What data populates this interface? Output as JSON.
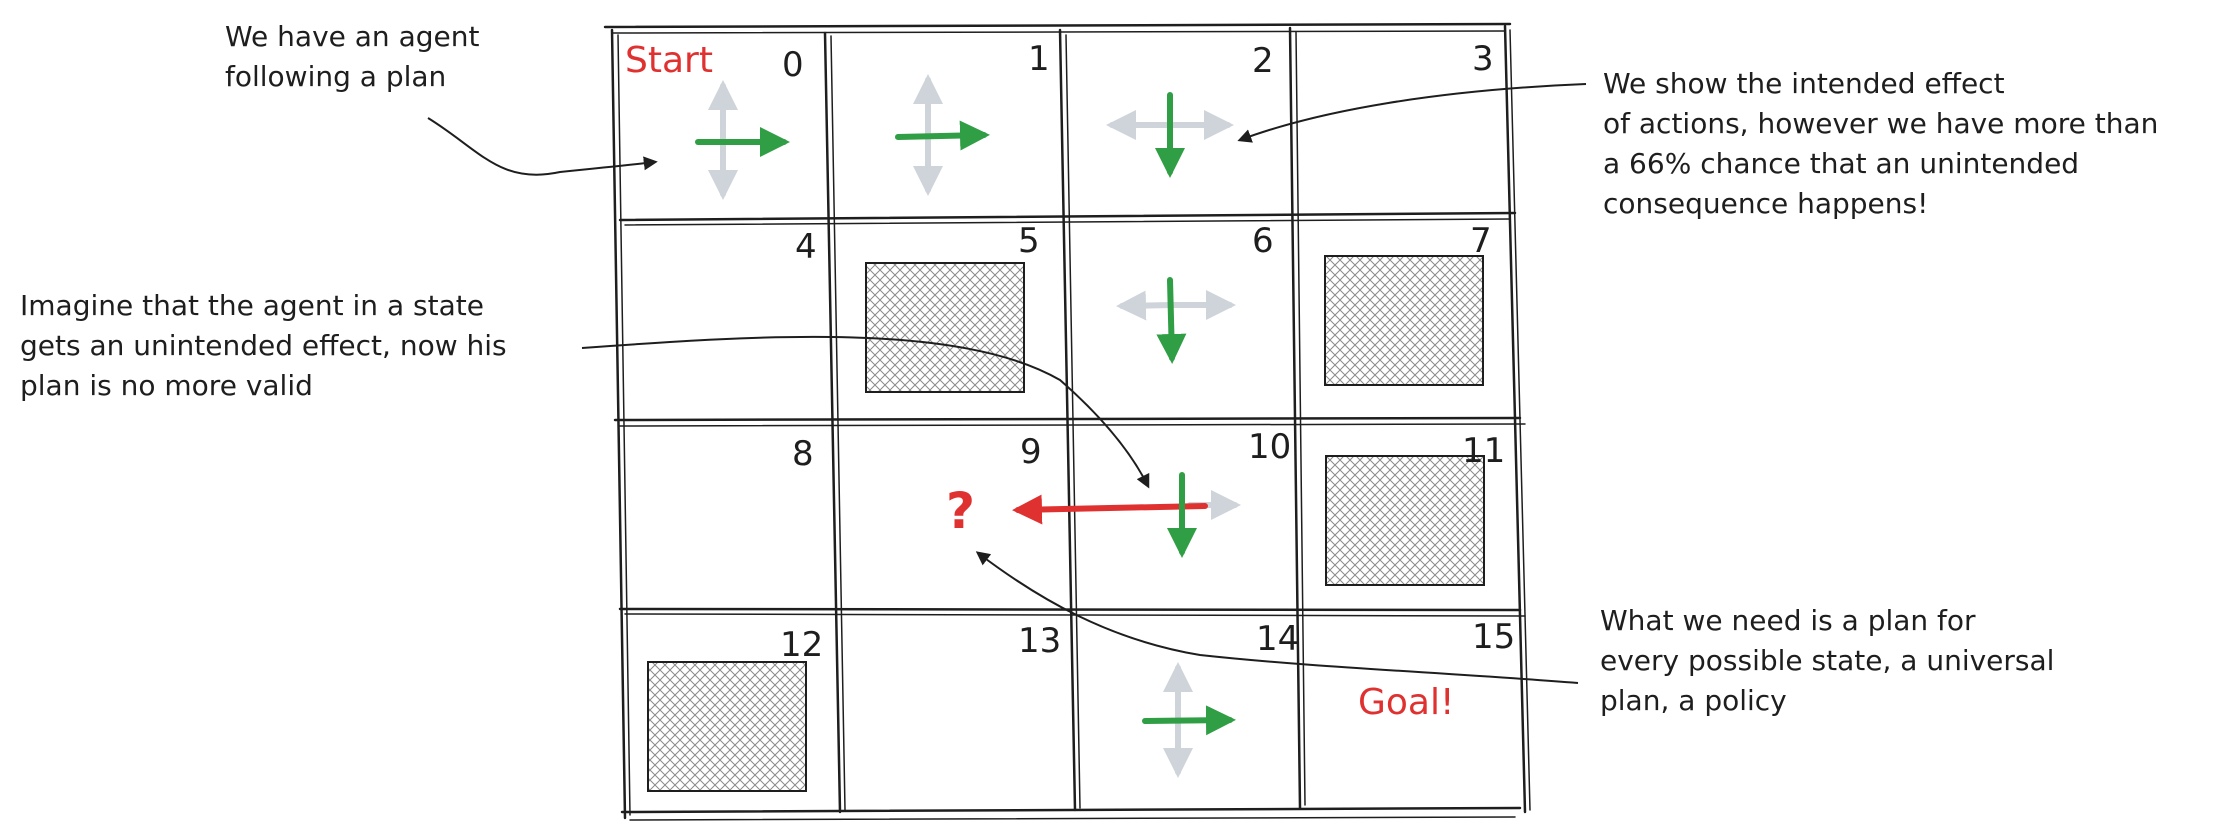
{
  "grid": {
    "cells": [
      {
        "num": "0",
        "label": "Start"
      },
      {
        "num": "1"
      },
      {
        "num": "2"
      },
      {
        "num": "3"
      },
      {
        "num": "4"
      },
      {
        "num": "5",
        "obstacle": true
      },
      {
        "num": "6"
      },
      {
        "num": "7",
        "obstacle": true
      },
      {
        "num": "8"
      },
      {
        "num": "9",
        "mark": "?"
      },
      {
        "num": "10"
      },
      {
        "num": "11",
        "obstacle": true
      },
      {
        "num": "12",
        "obstacle": true
      },
      {
        "num": "13"
      },
      {
        "num": "14"
      },
      {
        "num": "15",
        "label": "Goal!"
      }
    ]
  },
  "notes": {
    "agent": [
      "We have an agent",
      "following a plan"
    ],
    "intended": [
      "We show the intended effect",
      "of actions, however we have more than",
      "a 66% chance that an unintended",
      "consequence happens!"
    ],
    "unintended": [
      "Imagine that the agent in a state",
      "gets an unintended effect, now his",
      "plan is no more valid"
    ],
    "policy": [
      "What we need is a plan for",
      "every possible state, a universal",
      "plan, a policy"
    ]
  },
  "colors": {
    "ink": "#1e1e1e",
    "intended_arrow": "#2f9e44",
    "unintended_arrow": "#ced4da",
    "error_arrow": "#e03131",
    "label_red": "#e03131",
    "obstacle_fill": "#ffffff"
  },
  "icons": {
    "intended": "green-arrow-icon",
    "alternative": "gray-arrow-icon",
    "deviation": "red-arrow-icon",
    "obstacle": "cross-hatch-icon"
  }
}
